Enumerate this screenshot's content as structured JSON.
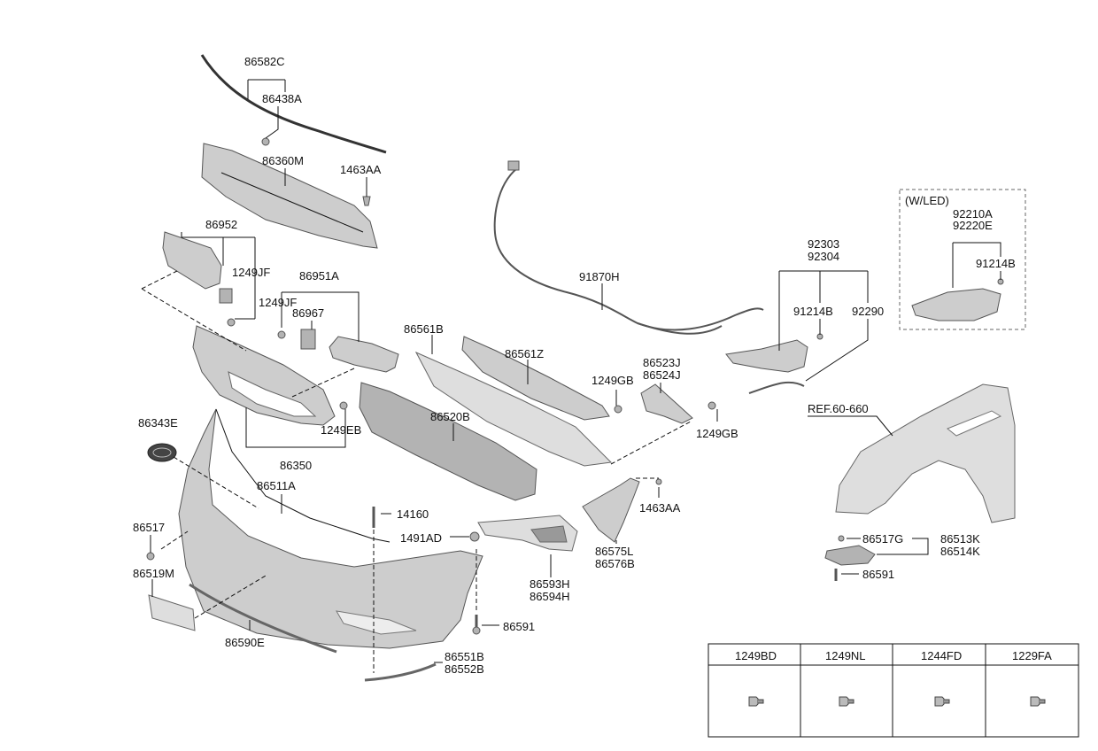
{
  "labels": {
    "l86582C": "86582C",
    "l86438A": "86438A",
    "l86360M": "86360M",
    "l1463AA_top": "1463AA",
    "l86952": "86952",
    "l1249JF_a": "1249JF",
    "l86951A": "86951A",
    "l1249JF_b": "1249JF",
    "l86967": "86967",
    "l86343E": "86343E",
    "l1249EB": "1249EB",
    "l86350": "86350",
    "l86511A": "86511A",
    "l86517": "86517",
    "l86519M": "86519M",
    "l86590E": "86590E",
    "l14160": "14160",
    "l1491AD": "1491AD",
    "l86591_mid": "86591",
    "l86551B": "86551B",
    "l86552B": "86552B",
    "l86561B": "86561B",
    "l86561Z": "86561Z",
    "l86520B": "86520B",
    "l1249GB_a": "1249GB",
    "l86523J": "86523J",
    "l86524J": "86524J",
    "l1249GB_b": "1249GB",
    "l1463AA_mid": "1463AA",
    "l86575L": "86575L",
    "l86576B": "86576B",
    "l86593H": "86593H",
    "l86594H": "86594H",
    "l91870H": "91870H",
    "l92303": "92303",
    "l92304": "92304",
    "l91214B_a": "91214B",
    "l92290": "92290",
    "wled": "(W/LED)",
    "l92210A": "92210A",
    "l92220E": "92220E",
    "l91214B_b": "91214B",
    "ref": "REF.60-660",
    "l86517G": "86517G",
    "l86513K": "86513K",
    "l86514K": "86514K",
    "l86591_right": "86591"
  },
  "fastener_table": {
    "headers": [
      "1249BD",
      "1249NL",
      "1244FD",
      "1229FA"
    ],
    "icons": [
      "bolt-icon",
      "bolt-icon",
      "bolt-icon",
      "bolt-icon"
    ]
  },
  "colors": {
    "part_fill": "#cdcdcd",
    "part_stroke": "#555555",
    "line": "#111111"
  }
}
